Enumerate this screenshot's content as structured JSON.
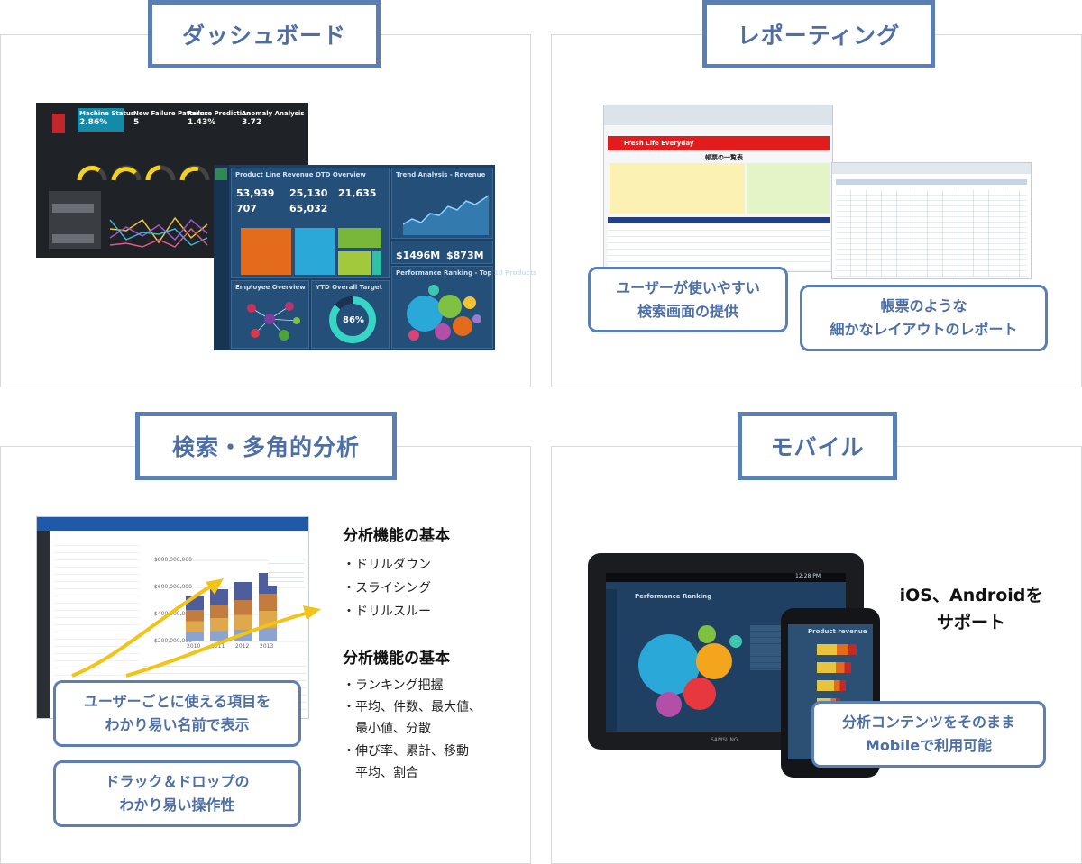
{
  "sections": {
    "dashboard": {
      "title": "ダッシュボード"
    },
    "reporting": {
      "title": "レポーティング",
      "callout_search": [
        "ユーザーが使いやすい",
        "検索画面の提供"
      ],
      "callout_layout": [
        "帳票のような",
        "細かなレイアウトのレポート"
      ]
    },
    "analysis": {
      "title": "検索・多角的分析",
      "callout_names": [
        "ユーザーごとに使える項目を",
        "わかり易い名前で表示"
      ],
      "callout_dnd": [
        "ドラック＆ドロップの",
        "わかり易い操作性"
      ],
      "group1": {
        "heading": "分析機能の基本",
        "items": [
          "・ドリルダウン",
          "・スライシング",
          "・ドリルスルー"
        ]
      },
      "group2": {
        "heading": "分析機能の基本",
        "items": [
          "・ランキング把握",
          "・平均、件数、最大値、",
          "　最小値、分散",
          "・伸び率、累計、移動",
          "　平均、割合"
        ]
      }
    },
    "mobile": {
      "title": "モバイル",
      "support": [
        "iOS、Androidを",
        "サポート"
      ],
      "callout": [
        "分析コンテンツをそのまま",
        "Mobileで利用可能"
      ]
    }
  },
  "dashboard_shot": {
    "kpis": [
      "53,939",
      "25,130",
      "21,635",
      "707",
      "65,032"
    ],
    "revenue": [
      "$1496M",
      "$873M"
    ],
    "gauge": "86%",
    "panel_titles": [
      "Product Line Revenue QTD Overview",
      "Trend Analysis - Revenue",
      "Employee Overview",
      "YTD Overall Target",
      "Performance Ranking - Top 10 Products"
    ],
    "dark_headers": [
      "Machine Status",
      "New Failure Patterns",
      "Failure Prediction",
      "Anomaly Analysis"
    ],
    "dark_values": [
      "2.86%",
      "5",
      "1.43%",
      "3.72"
    ]
  },
  "report_shot": {
    "banner": "Fresh Life Everyday",
    "heading": "帳票の一覧表"
  },
  "analysis_shot": {
    "y_ticks": [
      "$800,000,000",
      "$600,000,000",
      "$400,000,000",
      "$200,000,000"
    ],
    "years": [
      "2010",
      "2011",
      "2012",
      "2013"
    ]
  },
  "mobile_shot": {
    "tablet_title": "Performance Ranking",
    "phone_title": "Product revenue",
    "brand": "SAMSUNG",
    "clock": "12:28 PM"
  },
  "colors": {
    "accent": "#5b7fb5",
    "accent_text": "#4d6fa6"
  }
}
